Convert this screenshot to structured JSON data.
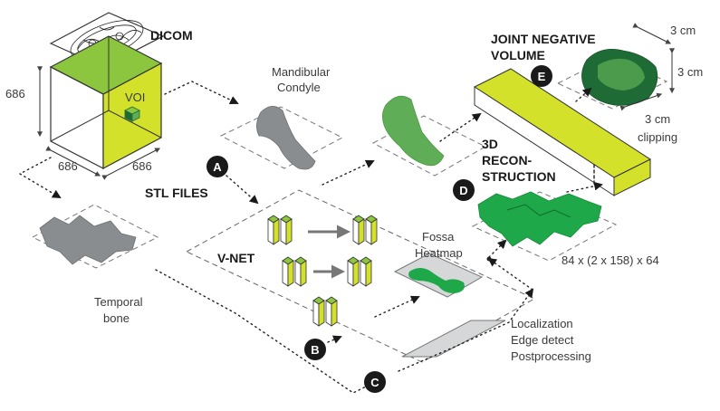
{
  "labels": {
    "dicom": "DICOM",
    "voi": "VOI",
    "dim_686_a": "686",
    "dim_686_b": "686",
    "dim_686_c": "686",
    "stl_files": "STL FILES",
    "mandibular_line1": "Mandibular",
    "mandibular_line2": "Condyle",
    "temporal_line1": "Temporal",
    "temporal_line2": "bone",
    "vnet": "V-NET",
    "fossa_line1": "Fossa",
    "fossa_line2": "Heatmap",
    "recon_line1": "3D",
    "recon_line2": "RECON-",
    "recon_line3": "STRUCTION",
    "joint_line1": "JOINT NEGATIVE",
    "joint_line2": "VOLUME",
    "cm_a": "3 cm",
    "cm_b": "3 cm",
    "cm_c": "3 cm",
    "clipping": "clipping",
    "size_text": "84 x (2 x 158) x 64",
    "local_line1": "Localization",
    "local_line2": "Edge detect",
    "local_line3": "Postprocessing"
  },
  "badges": [
    "A",
    "B",
    "C",
    "D",
    "E"
  ],
  "colors": {
    "lime": "#d4e12b",
    "green_top": "#8cc63f",
    "bright_green": "#1ea84a",
    "dark_green": "#1f6b35",
    "mid_green": "#5fae57",
    "gray_mesh": "#8a8d8f",
    "badge": "#1a1a1a"
  }
}
